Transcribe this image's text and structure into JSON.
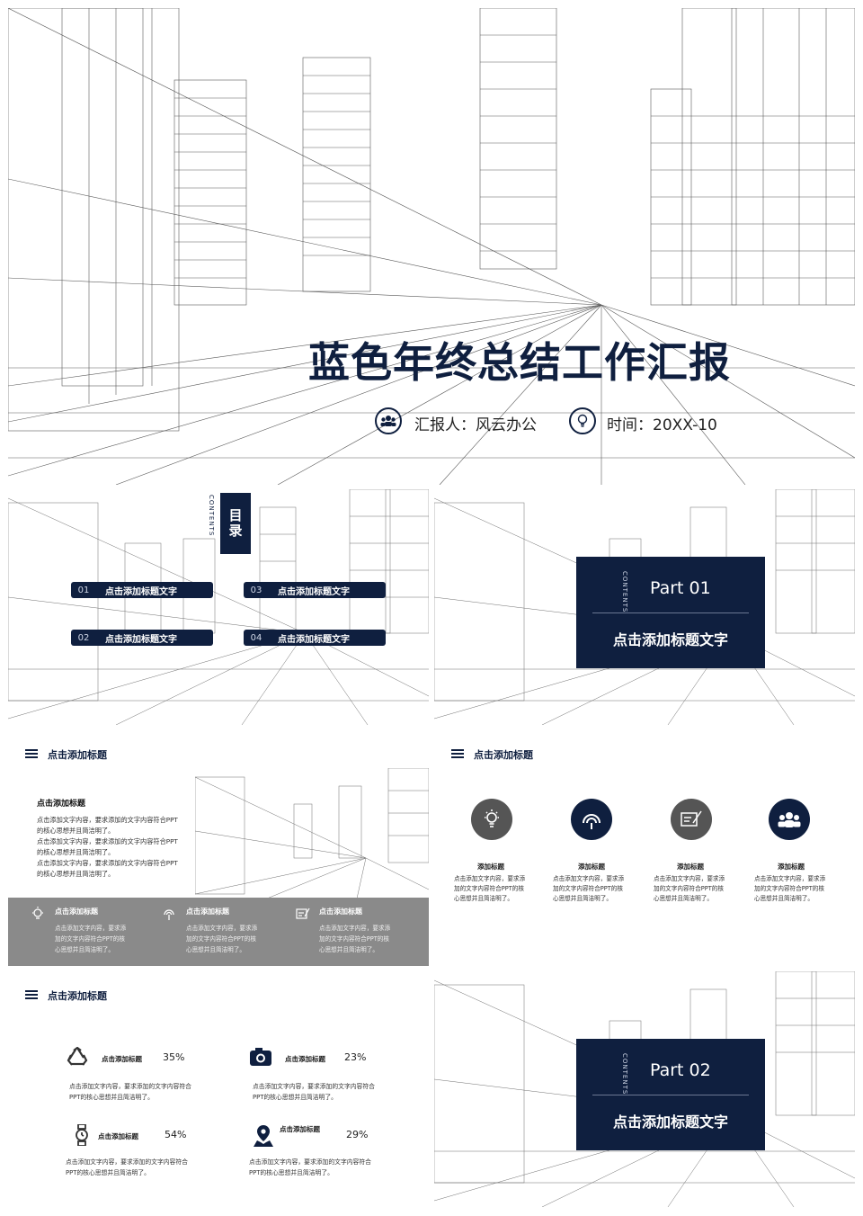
{
  "cover": {
    "title": "蓝色年终总结工作汇报",
    "reporter": "汇报人：风云办公",
    "time": "时间：20XX-10"
  },
  "toc": {
    "title": "目录",
    "subtitle": "CONTENTS",
    "items": [
      {
        "num": "01",
        "label": "点击添加标题文字"
      },
      {
        "num": "02",
        "label": "点击添加标题文字"
      },
      {
        "num": "03",
        "label": "点击添加标题文字"
      },
      {
        "num": "04",
        "label": "点击添加标题文字"
      }
    ]
  },
  "part1": {
    "vert": "CONTENTS",
    "part": "Part 01",
    "title": "点击添加标题文字"
  },
  "slide_a": {
    "header": "点击添加标题",
    "sub_title": "点击添加标题",
    "body_lines": [
      "点击添加文字内容，要求添加的文字内容符合PPT",
      "的核心思想并且简洁明了。",
      "点击添加文字内容，要求添加的文字内容符合PPT",
      "的核心思想并且简洁明了。",
      "点击添加文字内容，要求添加的文字内容符合PPT",
      "的核心思想并且简洁明了。"
    ],
    "strip": [
      {
        "icon": "lightbulb-icon",
        "title": "点击添加标题",
        "lines": [
          "点击添加文字内容，要求添",
          "加的文字内容符合PPT的核",
          "心思想并且简洁明了。"
        ]
      },
      {
        "icon": "signal-icon",
        "title": "点击添加标题",
        "lines": [
          "点击添加文字内容，要求添",
          "加的文字内容符合PPT的核",
          "心思想并且简洁明了。"
        ]
      },
      {
        "icon": "sign-icon",
        "title": "点击添加标题",
        "lines": [
          "点击添加文字内容，要求添",
          "加的文字内容符合PPT的核",
          "心思想并且简洁明了。"
        ]
      }
    ]
  },
  "slide_b": {
    "header": "点击添加标题",
    "cols": [
      {
        "icon": "lightbulb-icon",
        "color": "#555555",
        "title": "添加标题",
        "lines": [
          "点击添加文字内容，要求添",
          "加的文字内容符合PPT的核",
          "心思想并且简洁明了。"
        ]
      },
      {
        "icon": "signal-icon",
        "color": "#0f1f3f",
        "title": "添加标题",
        "lines": [
          "点击添加文字内容，要求添",
          "加的文字内容符合PPT的核",
          "心思想并且简洁明了。"
        ]
      },
      {
        "icon": "sign-icon",
        "color": "#555555",
        "title": "添加标题",
        "lines": [
          "点击添加文字内容，要求添",
          "加的文字内容符合PPT的核",
          "心思想并且简洁明了。"
        ]
      },
      {
        "icon": "team-icon",
        "color": "#0f1f3f",
        "title": "添加标题",
        "lines": [
          "点击添加文字内容，要求添",
          "加的文字内容符合PPT的核",
          "心思想并且简洁明了。"
        ]
      }
    ]
  },
  "slide_c": {
    "header": "点击添加标题",
    "items": [
      {
        "icon": "recycle-icon",
        "title": "点击添加标题",
        "pct": "35%",
        "lines": [
          "点击添加文字内容，要求添加的文字内容符合",
          "PPT的核心思想并且简洁明了。"
        ]
      },
      {
        "icon": "camera-icon",
        "title": "点击添加标题",
        "pct": "23%",
        "lines": [
          "点击添加文字内容，要求添加的文字内容符合",
          "PPT的核心思想并且简洁明了。"
        ]
      },
      {
        "icon": "watch-icon",
        "title": "点击添加标题",
        "pct": "54%",
        "lines": [
          "点击添加文字内容，要求添加的文字内容符合",
          "PPT的核心思想并且简洁明了。"
        ]
      },
      {
        "icon": "map-pin-icon",
        "title": "点击添加标题",
        "pct": "29%",
        "lines": [
          "点击添加文字内容，要求添加的文字内容符合",
          "PPT的核心思想并且简洁明了。"
        ]
      }
    ]
  },
  "part2": {
    "vert": "CONTENTS",
    "part": "Part 02",
    "title": "点击添加标题文字"
  }
}
